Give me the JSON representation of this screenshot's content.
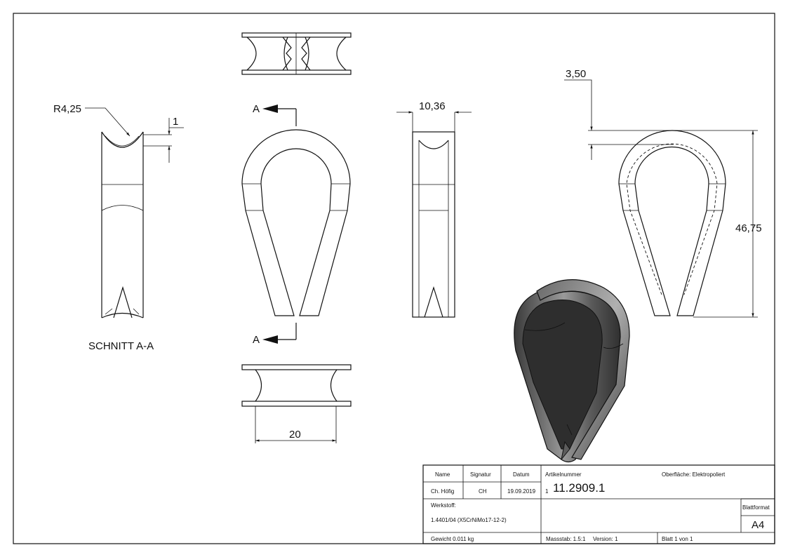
{
  "drawing": {
    "section_label": "SCHNITT A-A",
    "section_marker": "A",
    "dimensions": {
      "radius": "R4,25",
      "groove_depth": "1",
      "width": "10,36",
      "wall": "3,50",
      "height": "46,75",
      "length": "20"
    }
  },
  "title_block": {
    "headers": {
      "name": "Name",
      "signatur": "Signatur",
      "datum": "Datum"
    },
    "name": "Ch. Höfig",
    "signatur": "CH",
    "datum": "19.09.2019",
    "artikelnummer_label": "Artikelnummer",
    "artikelnummer_prefix": "1",
    "artikelnummer": "11.2909.1",
    "oberflaeche": "Oberfläche:  Elektropoliert",
    "werkstoff_label": "Werkstoff:",
    "werkstoff": "1.4401/04 (X5CrNiMo17-12-2)",
    "blattformat_label": "Blattformat",
    "blattformat": "A4",
    "gewicht": "Gewicht 0.011 kg",
    "massstab": "Massstab: 1.5:1",
    "version": "Version: 1",
    "blatt": "Blatt 1 von 1"
  }
}
